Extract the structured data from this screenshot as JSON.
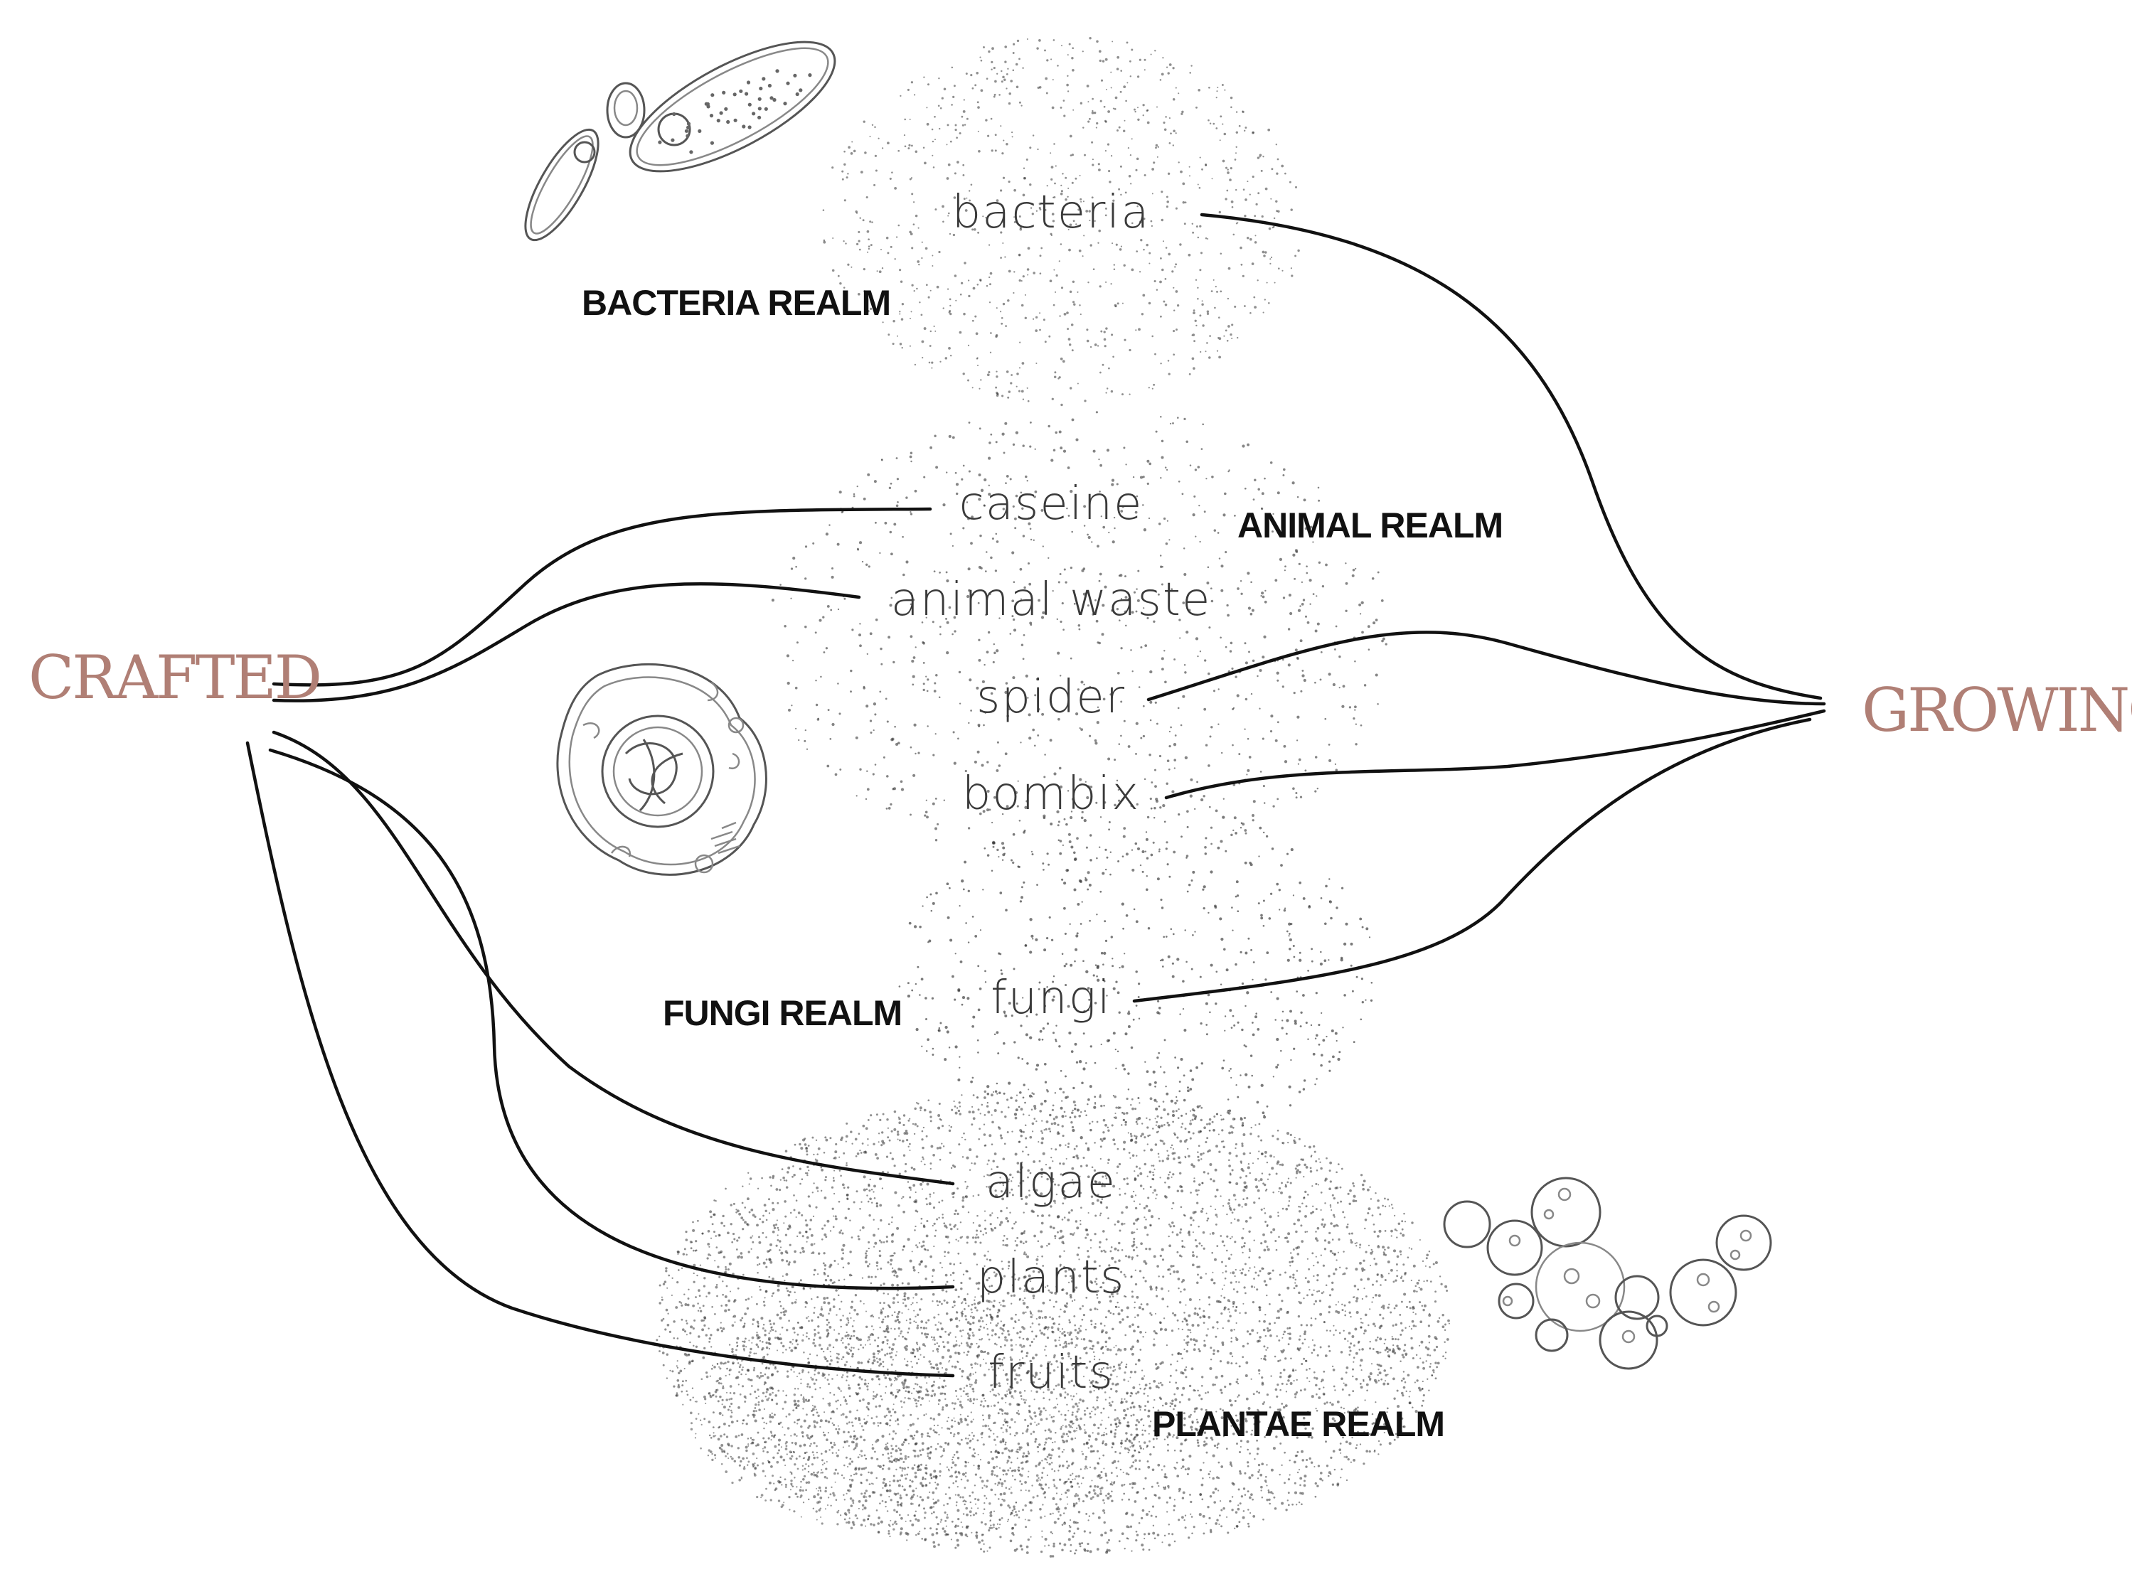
{
  "poles": {
    "crafted": "CRAFTED",
    "growing": "GROWING",
    "color": "#b07f75"
  },
  "realms": {
    "bacteria": "BACTERIA REALM",
    "animal": "ANIMAL REALM",
    "fungi": "FUNGI REALM",
    "plantae": "PLANTAE REALM"
  },
  "materials": {
    "bacteria": "bacteria",
    "caseine": "caseine",
    "animal_waste": "animal waste",
    "spider": "spider",
    "bombix": "bombix",
    "fungi": "fungi",
    "algae": "algae",
    "plants": "plants",
    "fruits": "fruits"
  },
  "icons": {
    "bacteria": "bacteria-sketch-icon",
    "animal_cell": "animal-cell-sketch-icon",
    "plant_cells": "plant-cells-sketch-icon"
  }
}
